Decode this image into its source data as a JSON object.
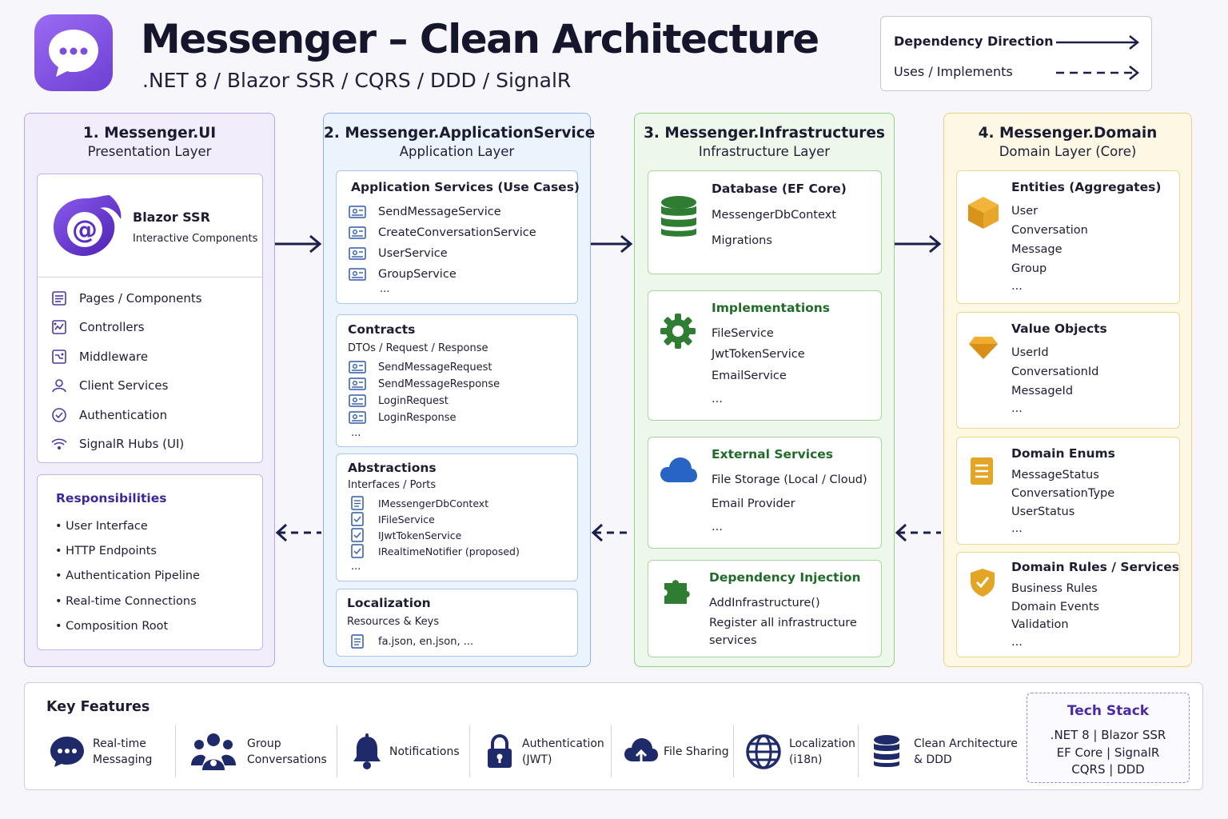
{
  "header": {
    "title": "Messenger – Clean Architecture",
    "subtitle": ".NET 8 / Blazor SSR / CQRS / DDD / SignalR",
    "logo_icon": "chat-bubble-icon"
  },
  "legend": {
    "dependency_label": "Dependency Direction",
    "uses_label": "Uses / Implements"
  },
  "ui": {
    "title": "1. Messenger.UI",
    "subtitle": "Presentation Layer",
    "blazor_title": "Blazor SSR",
    "blazor_sub": "Interactive Components",
    "items": [
      {
        "label": "Pages / Components",
        "icon": "page-list-icon"
      },
      {
        "label": "Controllers",
        "icon": "controller-icon"
      },
      {
        "label": "Middleware",
        "icon": "middleware-icon"
      },
      {
        "label": "Client Services",
        "icon": "client-services-icon"
      },
      {
        "label": "Authentication",
        "icon": "authentication-icon"
      },
      {
        "label": "SignalR Hubs (UI)",
        "icon": "signal-icon"
      }
    ],
    "resp_title": "Responsibilities",
    "responsibilities": [
      "• User Interface",
      "• HTTP Endpoints",
      "• Authentication Pipeline",
      "• Real-time Connections",
      "• Composition Root"
    ]
  },
  "app": {
    "title": "2. Messenger.ApplicationService",
    "subtitle": "Application Layer",
    "services_title": "Application Services (Use Cases)",
    "services": [
      "SendMessageService",
      "CreateConversationService",
      "UserService",
      "GroupService"
    ],
    "services_more": "...",
    "contracts_title": "Contracts",
    "contracts_sub": "DTOs / Request / Response",
    "contracts": [
      "SendMessageRequest",
      "SendMessageResponse",
      "LoginRequest",
      "LoginResponse"
    ],
    "contracts_more": "...",
    "abstractions_title": "Abstractions",
    "abstractions_sub": "Interfaces / Ports",
    "abstractions": [
      "IMessengerDbContext",
      "IFileService",
      "IJwtTokenService",
      "IRealtimeNotifier (proposed)"
    ],
    "abstractions_more": "...",
    "localization_title": "Localization",
    "localization_sub": "Resources & Keys",
    "localization_files": "fa.json, en.json, ..."
  },
  "infra": {
    "title": "3. Messenger.Infrastructures",
    "subtitle": "Infrastructure Layer",
    "db_title": "Database (EF Core)",
    "db_items": [
      "MessengerDbContext",
      "Migrations"
    ],
    "impl_title": "Implementations",
    "impl_items": [
      "FileService",
      "JwtTokenService",
      "EmailService",
      "..."
    ],
    "ext_title": "External Services",
    "ext_items": [
      "File Storage (Local / Cloud)",
      "Email Provider",
      "..."
    ],
    "di_title": "Dependency Injection",
    "di_items": [
      "AddInfrastructure()",
      "Register all infrastructure",
      "services"
    ]
  },
  "domain": {
    "title": "4. Messenger.Domain",
    "subtitle": "Domain Layer (Core)",
    "entities_title": "Entities (Aggregates)",
    "entities": [
      "User",
      "Conversation",
      "Message",
      "Group",
      "..."
    ],
    "vo_title": "Value Objects",
    "vo": [
      "UserId",
      "ConversationId",
      "MessageId",
      "..."
    ],
    "enums_title": "Domain Enums",
    "enums": [
      "MessageStatus",
      "ConversationType",
      "UserStatus",
      "..."
    ],
    "rules_title": "Domain Rules / Services",
    "rules": [
      "Business Rules",
      "Domain Events",
      "Validation",
      "..."
    ]
  },
  "features": {
    "title": "Key Features",
    "items": [
      {
        "label": "Real-time\nMessaging",
        "icon": "chat-icon"
      },
      {
        "label": "Group\nConversations",
        "icon": "group-icon"
      },
      {
        "label": "Notifications",
        "icon": "bell-icon"
      },
      {
        "label": "Authentication\n(JWT)",
        "icon": "lock-icon"
      },
      {
        "label": "File Sharing",
        "icon": "cloud-upload-icon"
      },
      {
        "label": "Localization\n(i18n)",
        "icon": "globe-icon"
      },
      {
        "label": "Clean Architecture\n& DDD",
        "icon": "database-icon"
      }
    ],
    "tech_title": "Tech Stack",
    "tech_lines": [
      ".NET 8  |  Blazor SSR",
      "EF Core  |  SignalR",
      "CQRS  |  DDD"
    ]
  },
  "colors": {
    "ui_accent": "#7c5ae0",
    "app_accent": "#2f5aa8",
    "infra_accent": "#2e8a3a",
    "domain_accent": "#d99a1c",
    "arrow": "#1b1f4a"
  }
}
